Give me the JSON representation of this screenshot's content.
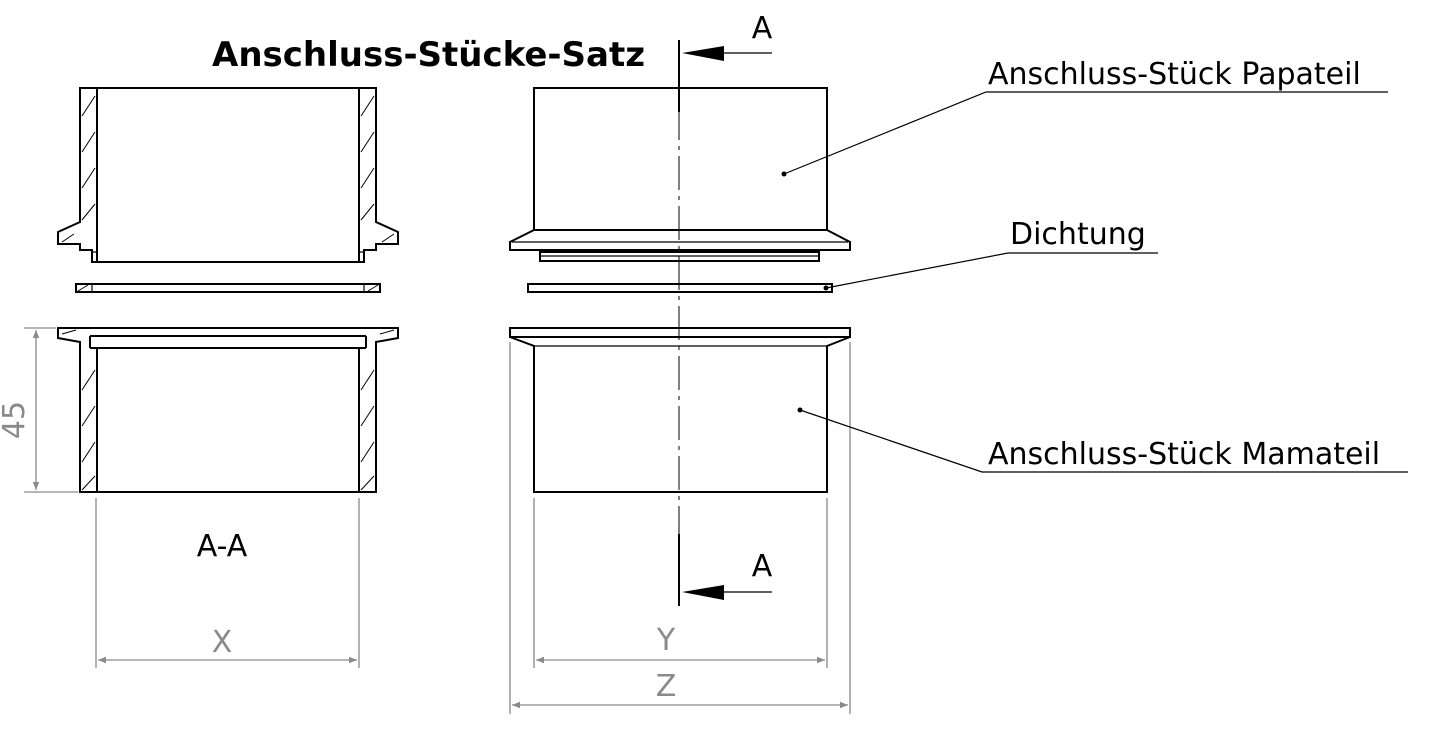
{
  "title": "Anschluss-Stücke-Satz",
  "labels": {
    "papateil": "Anschluss-Stück Papateil",
    "dichtung": "Dichtung",
    "mamateil": "Anschluss-Stück Mamateil",
    "section": "A-A",
    "cut_top": "A",
    "cut_bottom": "A"
  },
  "dimensions": {
    "height": "45",
    "x": "X",
    "y": "Y",
    "z": "Z"
  },
  "colors": {
    "line": "#000000",
    "dimension": "#8a8a8a",
    "background": "#ffffff"
  }
}
